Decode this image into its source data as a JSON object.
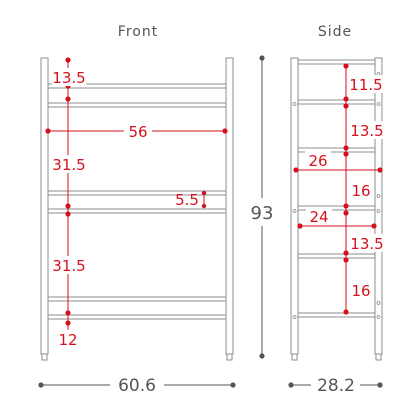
{
  "views": {
    "front": {
      "title": "Front"
    },
    "side": {
      "title": "Side"
    }
  },
  "dimensions": {
    "front_top_gap": "13.5",
    "front_inner_width": "56",
    "front_gap_upper": "31.5",
    "front_shelf_thickness": "5.5",
    "front_gap_lower": "31.5",
    "front_bottom_gap": "12",
    "total_height": "93",
    "total_width": "60.6",
    "side_gap_1": "11.5",
    "side_gap_2": "13.5",
    "side_depth_upper": "26",
    "side_gap_3": "16",
    "side_depth_lower": "24",
    "side_gap_4": "13.5",
    "side_gap_5": "16",
    "total_depth": "28.2"
  },
  "colors": {
    "accent": "#d6111e",
    "frame": "#8c8c8c",
    "text": "#555555",
    "dimension_line": "#555555"
  }
}
